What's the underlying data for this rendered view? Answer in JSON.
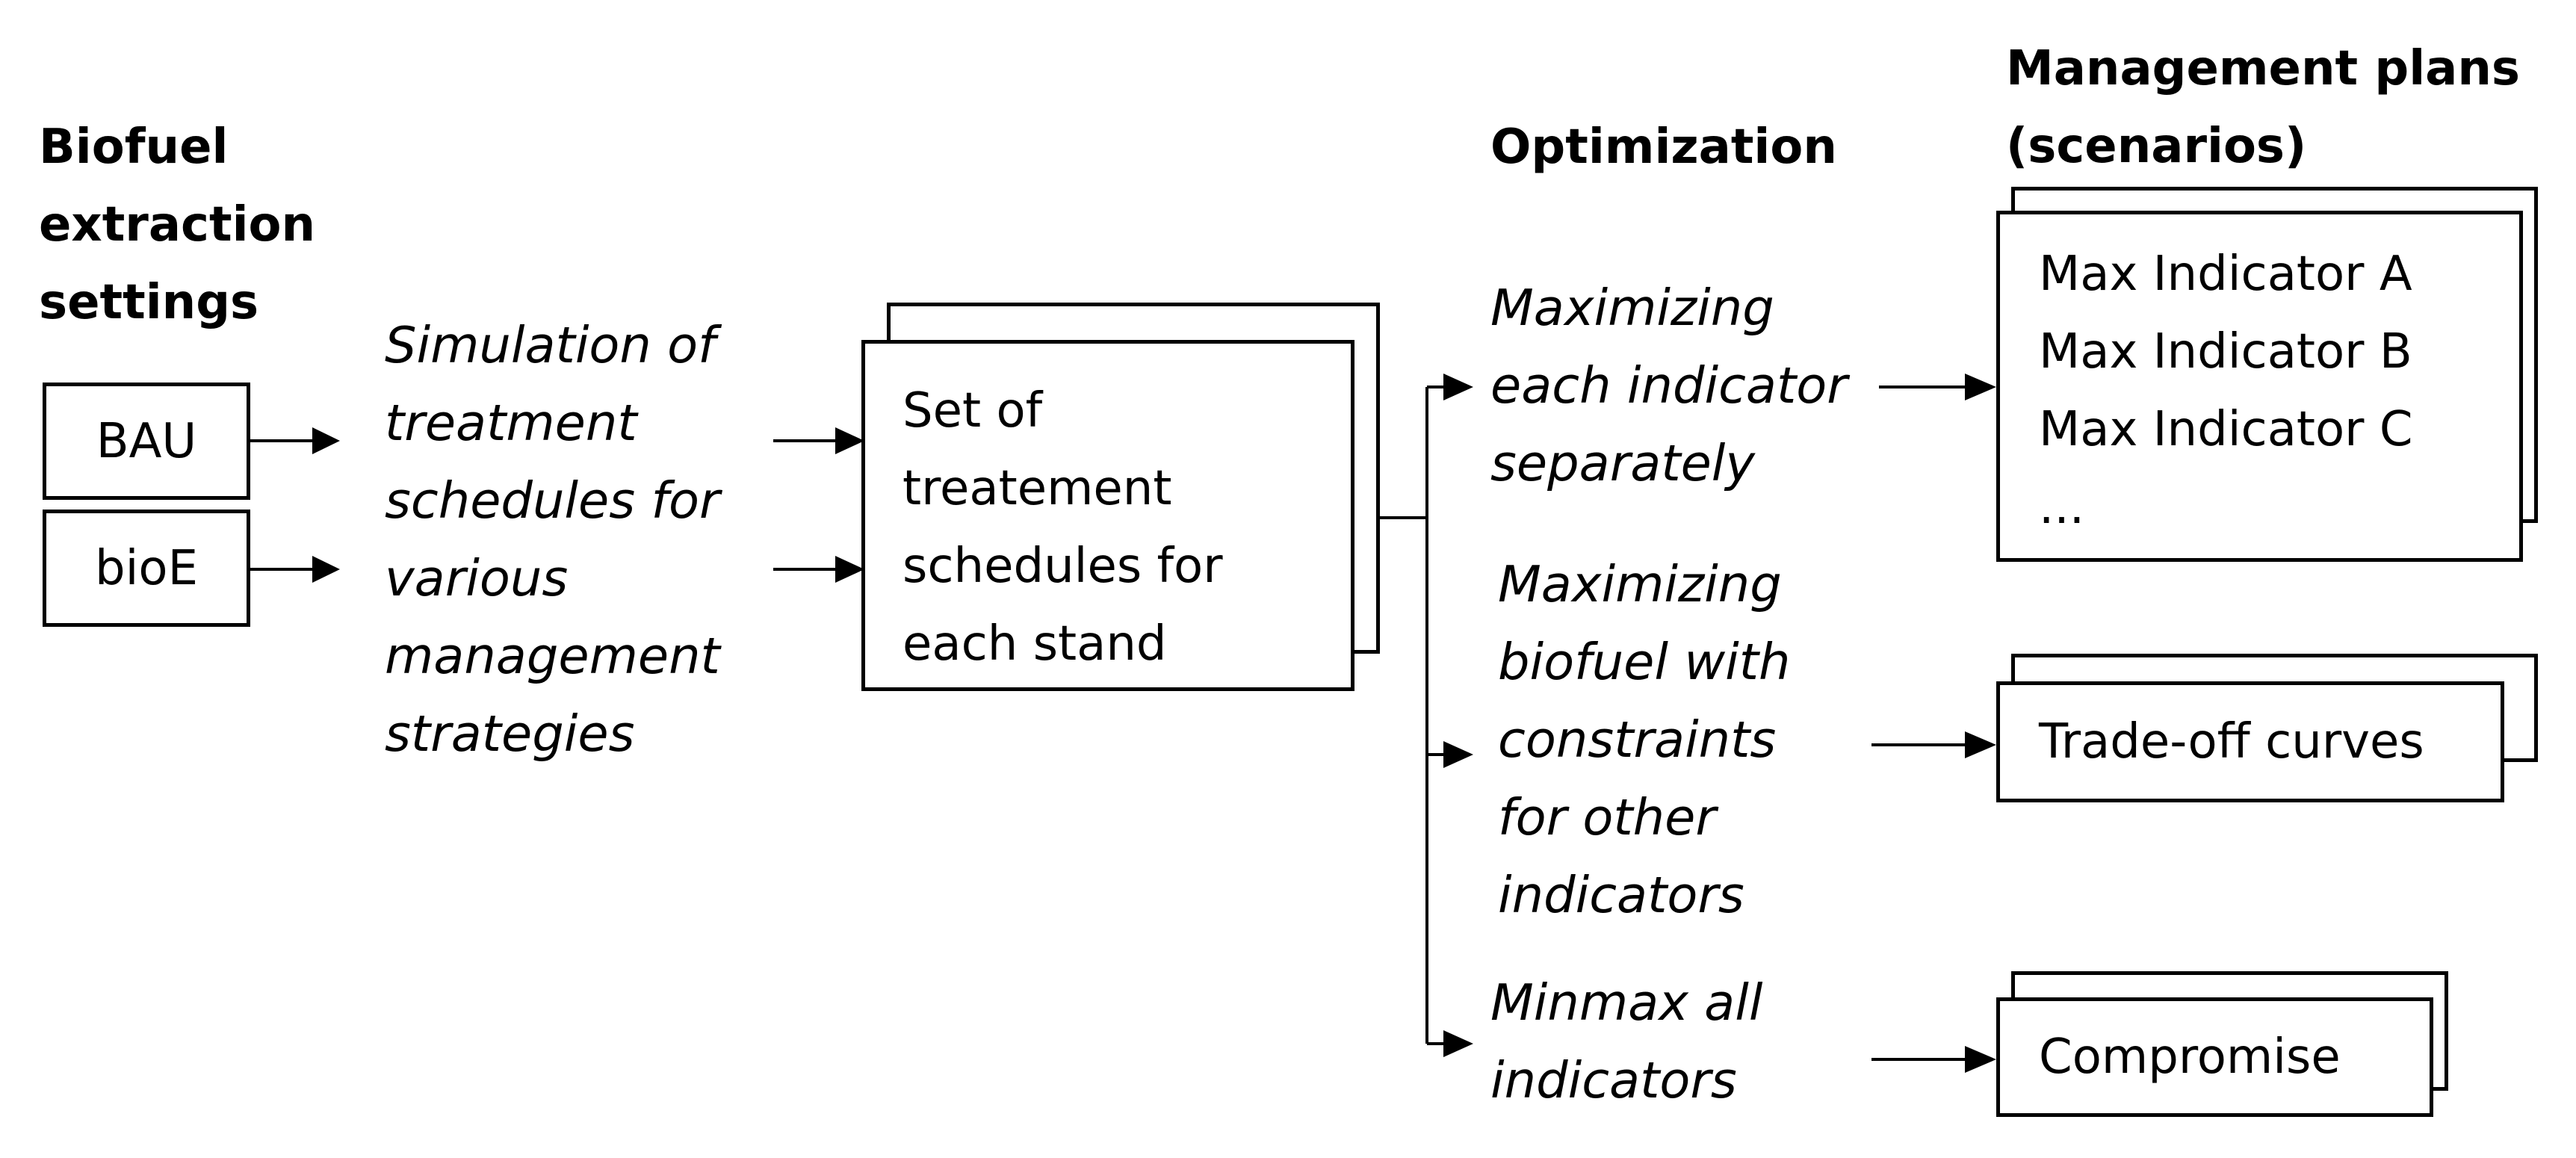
{
  "headers": {
    "settings": [
      "Biofuel",
      "extraction",
      "settings"
    ],
    "optimization": "Optimization",
    "plans": [
      "Management plans",
      "(scenarios)"
    ]
  },
  "settings_boxes": [
    "BAU",
    "bioE"
  ],
  "simulation_text": [
    "Simulation of",
    "treatment",
    "schedules for",
    "various",
    "management",
    "strategies"
  ],
  "schedules_box": [
    "Set of",
    "treatement",
    "schedules for",
    "each stand"
  ],
  "optimizations": [
    [
      "Maximizing",
      "each indicator",
      "separately"
    ],
    [
      "Maximizing",
      "biofuel with",
      "constraints",
      "for other",
      "indicators"
    ],
    [
      "Minmax all",
      "indicators"
    ]
  ],
  "plans": {
    "max_indicators": [
      "Max Indicator A",
      "Max Indicator B",
      "Max Indicator C",
      "..."
    ],
    "tradeoff": "Trade-off curves",
    "compromise": "Compromise"
  }
}
